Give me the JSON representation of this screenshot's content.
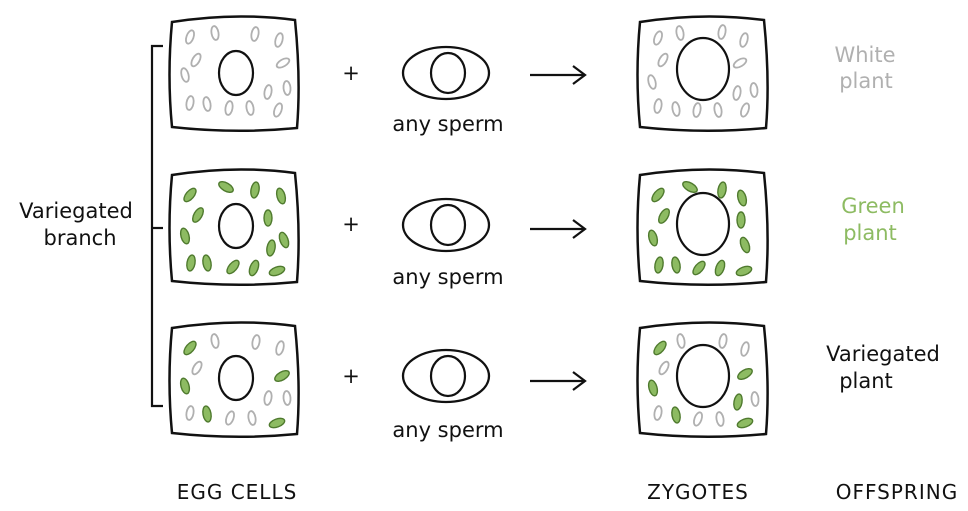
{
  "left_label": {
    "line1": "Variegated",
    "line2": "branch"
  },
  "operator_plus": "+",
  "sperm_label": "any sperm",
  "rows": [
    {
      "kind": "white",
      "outcome_line1": "White",
      "outcome_line2": "plant"
    },
    {
      "kind": "green",
      "outcome_line1": "Green",
      "outcome_line2": "plant"
    },
    {
      "kind": "variegated",
      "outcome_line1": "Variegated",
      "outcome_line2": "plant"
    }
  ],
  "column_labels": {
    "egg_cells": "EGG CELLS",
    "zygotes": "ZYGOTES",
    "offspring": "OFFSPRING"
  },
  "colors": {
    "outline": "#111111",
    "white_plastid": "#b0b0b0",
    "green_plastid": "#8dbb62",
    "green_label": "#8dbb62",
    "white_label": "#b0b0b0"
  }
}
